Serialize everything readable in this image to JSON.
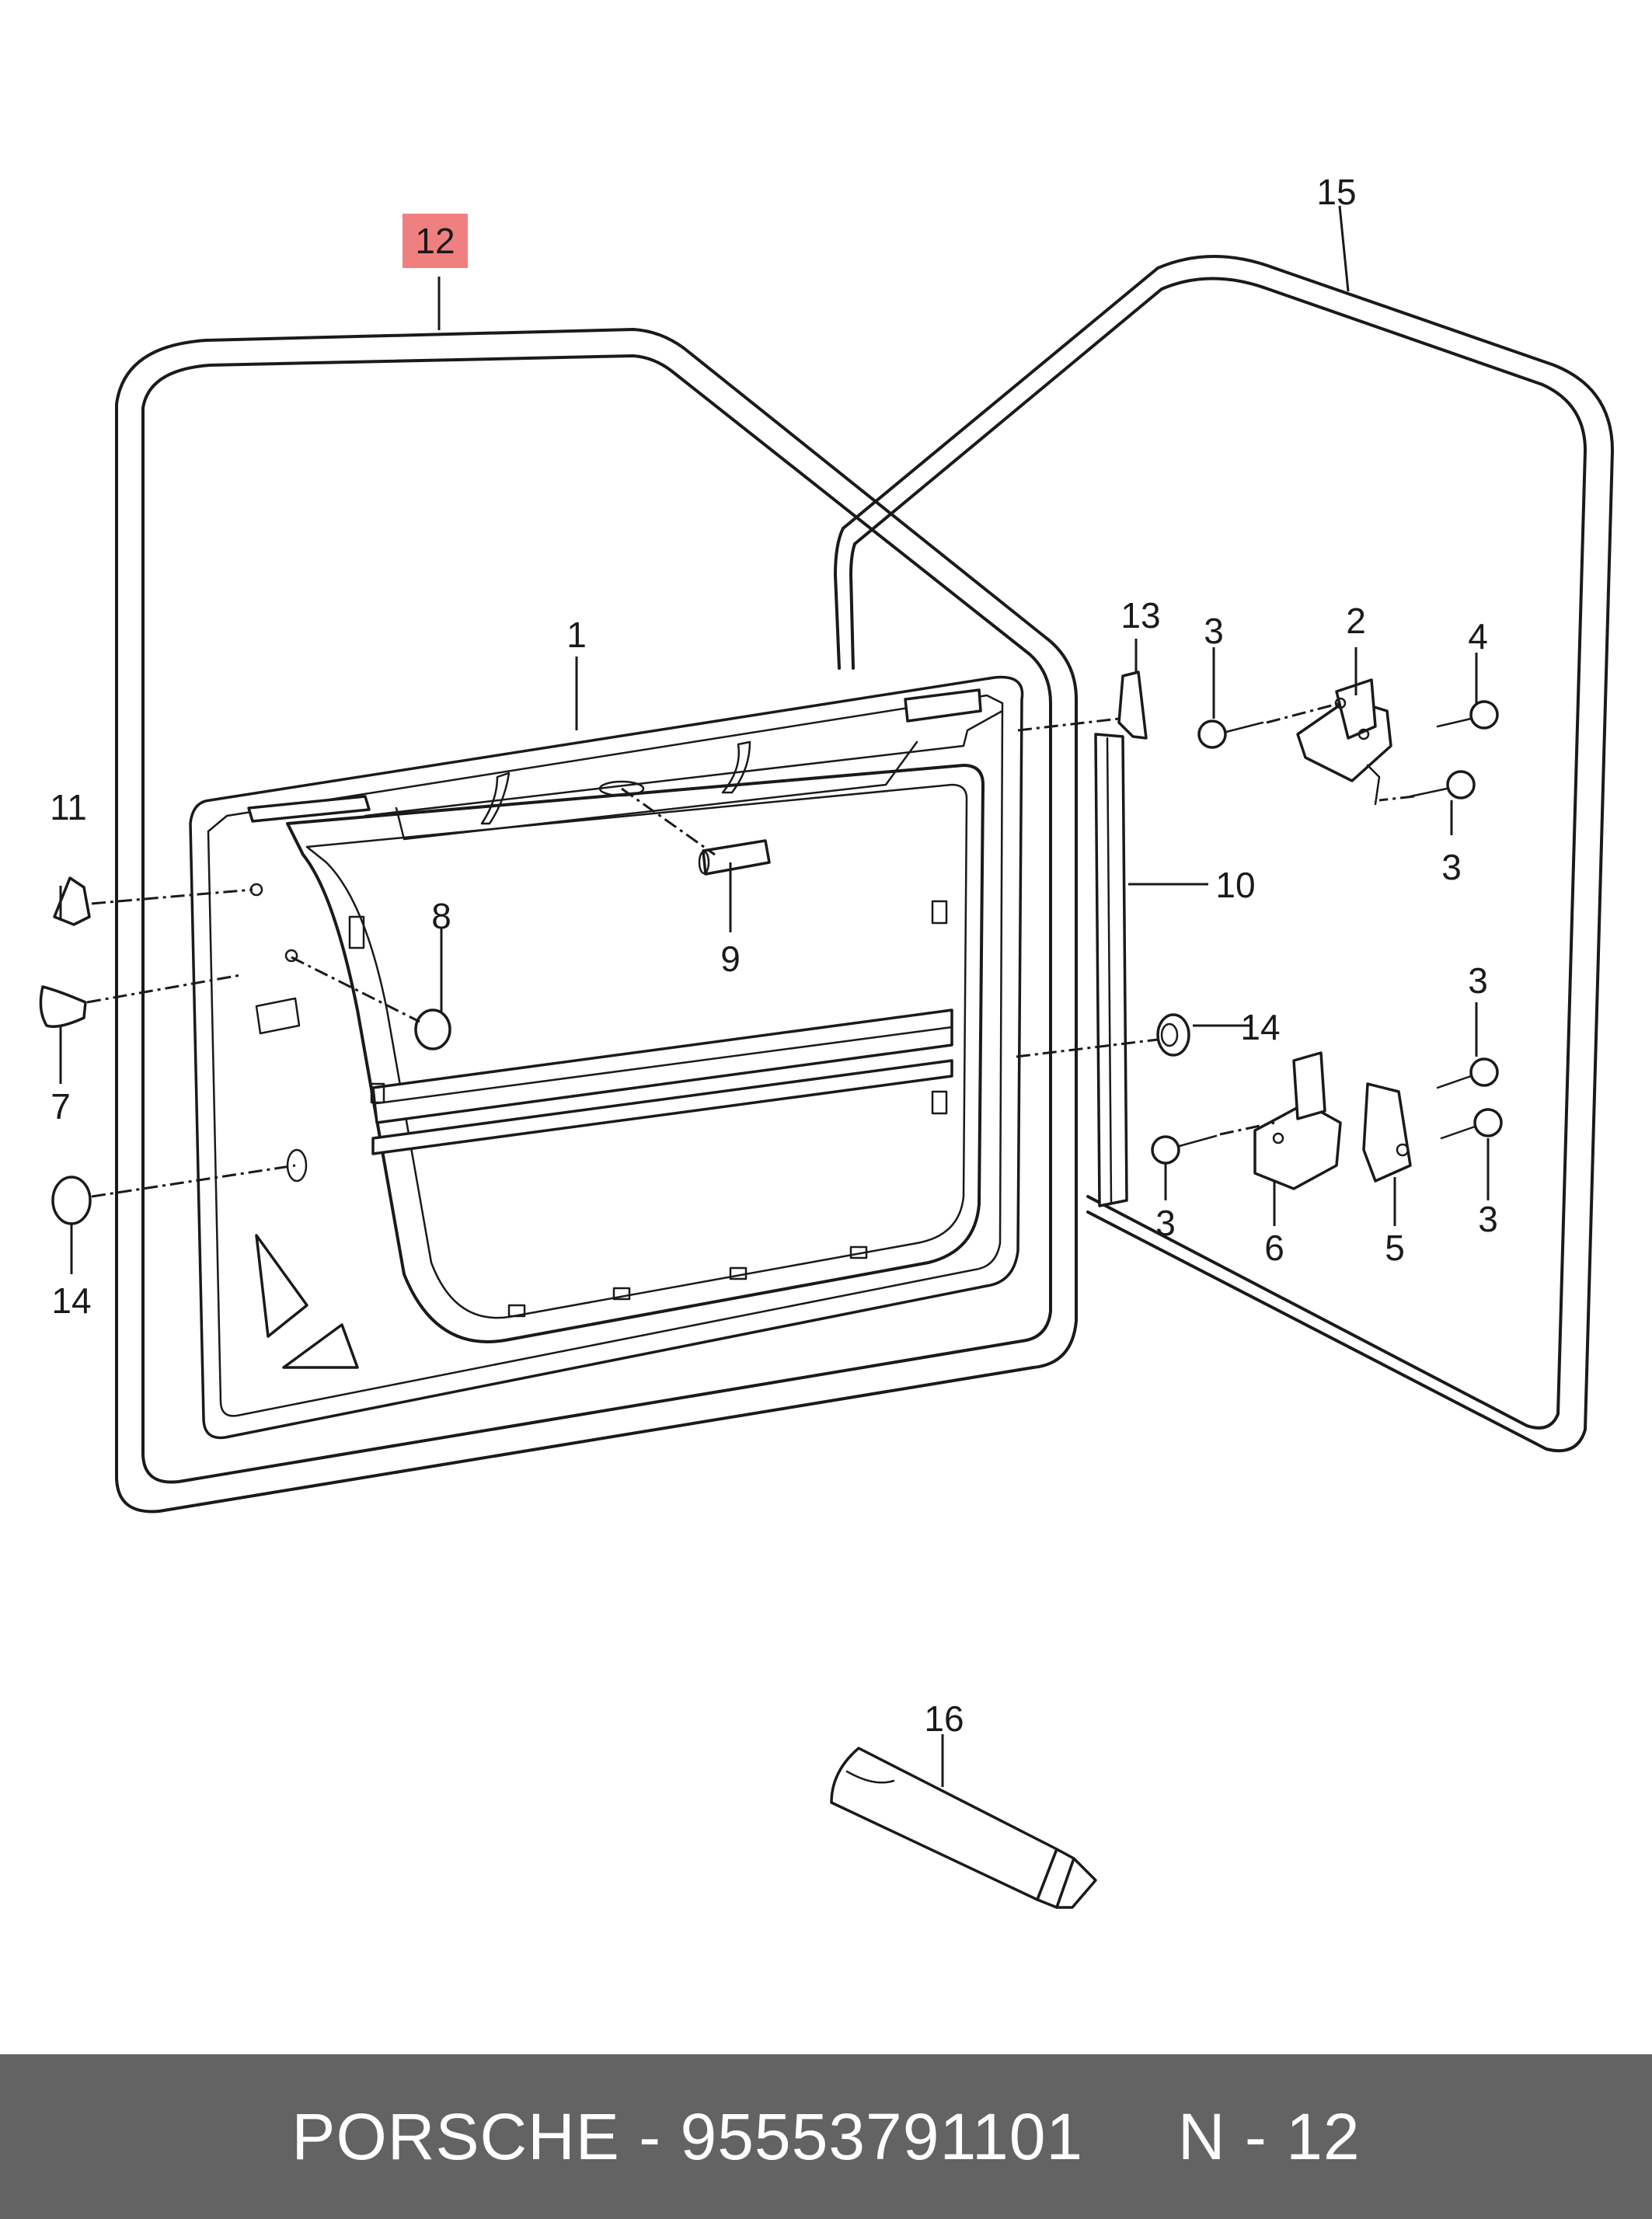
{
  "callouts": {
    "c1": "1",
    "c2": "2",
    "c3": "3",
    "c4": "4",
    "c5": "5",
    "c6": "6",
    "c7": "7",
    "c8": "8",
    "c9": "9",
    "c10": "10",
    "c11": "11",
    "c12": "12",
    "c13": "13",
    "c14": "14",
    "c15": "15",
    "c16": "16"
  },
  "highlight_color": "#f08080",
  "footer": {
    "text": "PORSCHE - 95553791101     N - 12",
    "background": "#636363"
  }
}
